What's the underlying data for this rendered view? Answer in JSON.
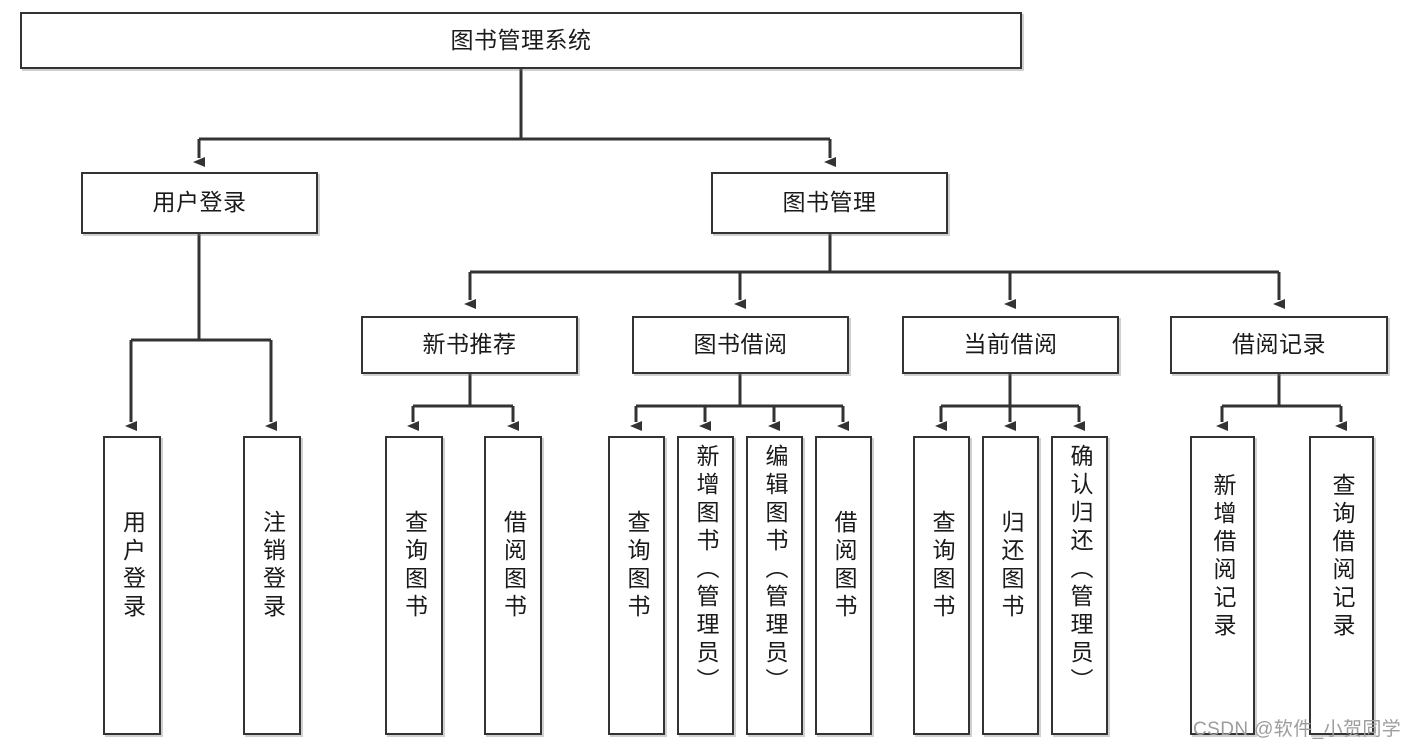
{
  "diagram": {
    "type": "tree-hierarchy-chart",
    "title": "图书管理系统",
    "orientation": "top-down",
    "colors": {
      "background": "#ffffff",
      "node_fill": "#ffffff",
      "node_border": "#333333",
      "edge": "#333333",
      "text": "#1a1a1a",
      "watermark": "#9d9d9d"
    },
    "levels": {
      "level0": [
        {
          "id": "root",
          "label": "图书管理系统",
          "text_orientation": "horizontal"
        }
      ],
      "level1": [
        {
          "id": "user-login",
          "label": "用户登录",
          "text_orientation": "horizontal"
        },
        {
          "id": "book-manage",
          "label": "图书管理",
          "text_orientation": "horizontal"
        }
      ],
      "level2": [
        {
          "id": "new-book-recommend",
          "label": "新书推荐",
          "text_orientation": "horizontal"
        },
        {
          "id": "book-borrow",
          "label": "图书借阅",
          "text_orientation": "horizontal"
        },
        {
          "id": "current-borrow",
          "label": "当前借阅",
          "text_orientation": "horizontal"
        },
        {
          "id": "borrow-record",
          "label": "借阅记录",
          "text_orientation": "horizontal"
        }
      ],
      "level3": [
        {
          "id": "leaf-user-login",
          "label": "用户登录",
          "text_orientation": "vertical",
          "parent": "user-login"
        },
        {
          "id": "leaf-logout-login",
          "label": "注销登录",
          "text_orientation": "vertical",
          "parent": "user-login"
        },
        {
          "id": "leaf-query-book-1",
          "label": "查询图书",
          "text_orientation": "vertical",
          "parent": "new-book-recommend"
        },
        {
          "id": "leaf-borrow-book-1",
          "label": "借阅图书",
          "text_orientation": "vertical",
          "parent": "new-book-recommend"
        },
        {
          "id": "leaf-query-book-2",
          "label": "查询图书",
          "text_orientation": "vertical",
          "parent": "book-borrow"
        },
        {
          "id": "leaf-add-book",
          "label": "新增图书（管理员）",
          "text_orientation": "vertical",
          "parent": "book-borrow"
        },
        {
          "id": "leaf-edit-book",
          "label": "编辑图书（管理员）",
          "text_orientation": "vertical",
          "parent": "book-borrow"
        },
        {
          "id": "leaf-borrow-book-2",
          "label": "借阅图书",
          "text_orientation": "vertical",
          "parent": "book-borrow"
        },
        {
          "id": "leaf-query-book-3",
          "label": "查询图书",
          "text_orientation": "vertical",
          "parent": "current-borrow"
        },
        {
          "id": "leaf-return-book",
          "label": "归还图书",
          "text_orientation": "vertical",
          "parent": "current-borrow"
        },
        {
          "id": "leaf-confirm-return",
          "label": "确认归还（管理员）",
          "text_orientation": "vertical",
          "parent": "current-borrow"
        },
        {
          "id": "leaf-add-record",
          "label": "新增借阅记录",
          "text_orientation": "vertical",
          "parent": "borrow-record"
        },
        {
          "id": "leaf-query-record",
          "label": "查询借阅记录",
          "text_orientation": "vertical",
          "parent": "borrow-record"
        }
      ]
    }
  },
  "watermark": {
    "text": "CSDN @软件_小贺同学"
  }
}
